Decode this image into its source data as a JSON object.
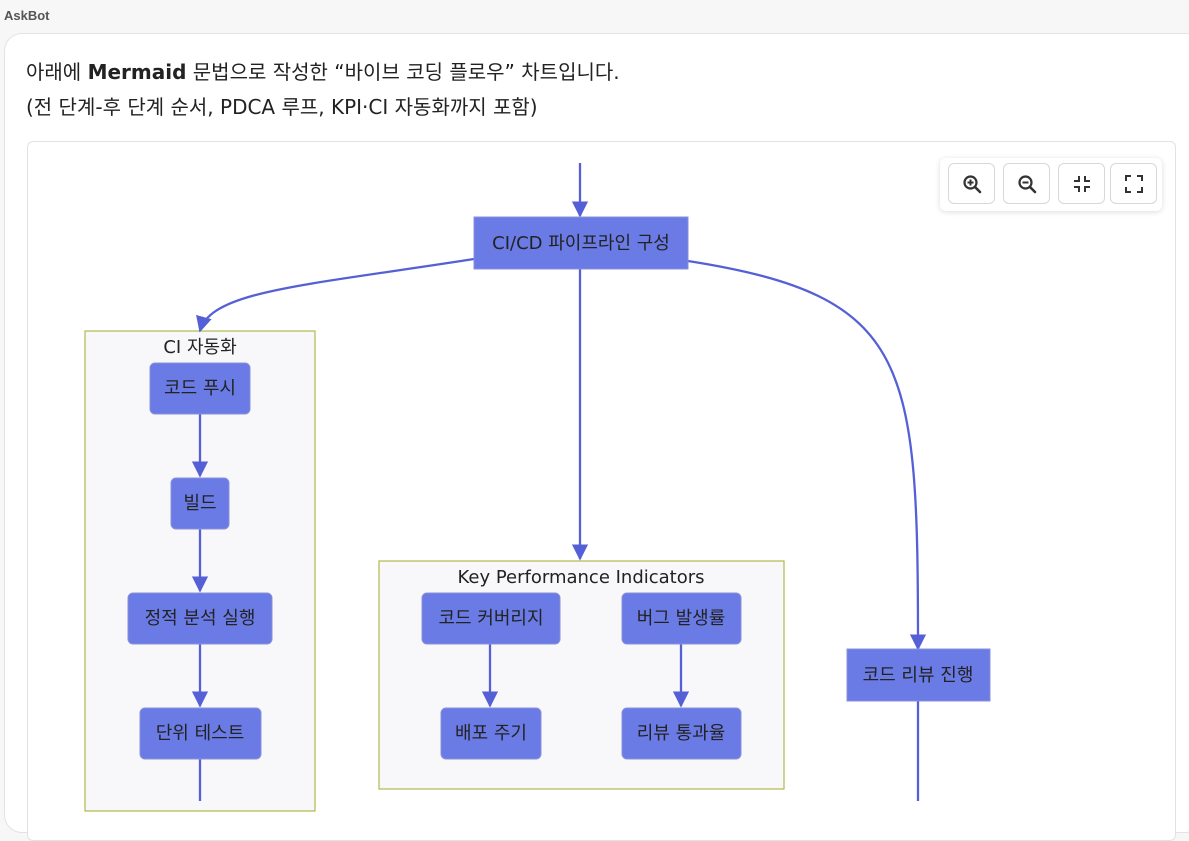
{
  "app": {
    "title": "AskBot"
  },
  "message": {
    "line1_prefix": "아래에 ",
    "line1_bold": "Mermaid",
    "line1_suffix": " 문법으로 작성한 “바이브 코딩 플로우” 차트입니다.",
    "line2": "(전 단계-후 단계 순서, PDCA 루프, KPI·CI 자동화까지 포함)"
  },
  "controls": {
    "zoom_in": "zoom-in",
    "zoom_out": "zoom-out",
    "fit": "fit-view",
    "fullscreen": "fullscreen"
  },
  "diagram": {
    "top_node": "CI/CD 파이프라인 구성",
    "ci_cluster": {
      "title": "CI 자동화",
      "nodes": [
        "코드 푸시",
        "빌드",
        "정적 분석 실행",
        "단위 테스트"
      ]
    },
    "kpi_cluster": {
      "title": "Key Performance Indicators",
      "nodes": [
        "코드 커버리지",
        "배포 주기",
        "버그 발생률",
        "리뷰 통과율"
      ]
    },
    "review_node": "코드 리뷰 진행"
  }
}
